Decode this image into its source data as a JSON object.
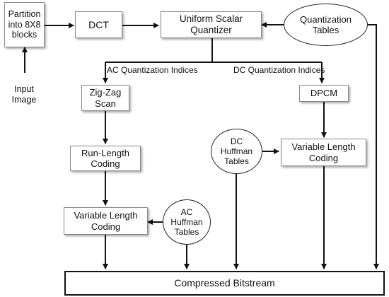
{
  "nodes": {
    "partition": "Partition into 8X8 blocks",
    "input_image": "Input Image",
    "dct": "DCT",
    "quantizer": "Uniform Scalar Quantizer",
    "quant_tables": "Quantization Tables",
    "zigzag": "Zig-Zag Scan",
    "dpcm": "DPCM",
    "run_length": "Run-Length Coding",
    "dc_huffman": "DC Huffman Tables",
    "vlc_dc": "Variable Length Coding",
    "vlc_ac": "Variable Length Coding",
    "ac_huffman": "AC Huffman Tables",
    "bitstream": "Compressed Bitstream"
  },
  "edge_labels": {
    "ac_indices": "AC Quantization Indices",
    "dc_indices": "DC Quantization Indices"
  },
  "colors": {
    "stroke": "#111111",
    "box_border": "#8a8a8a"
  }
}
